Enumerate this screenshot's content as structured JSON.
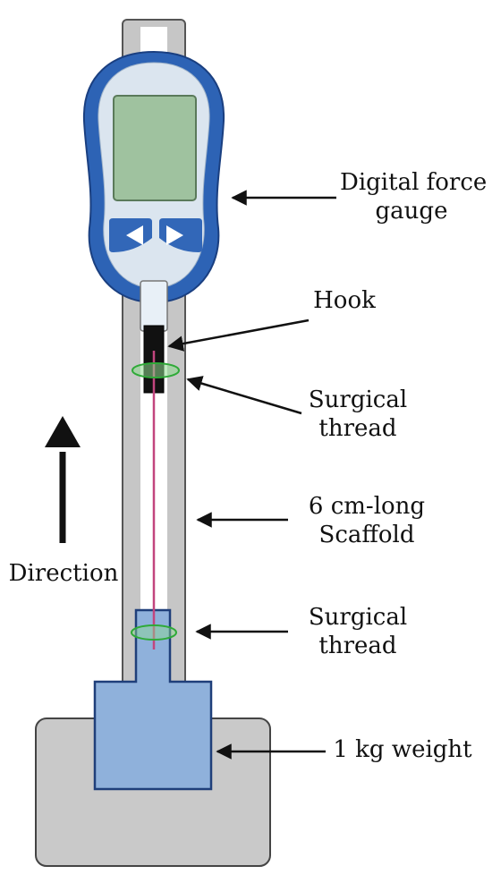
{
  "labels": {
    "gauge": [
      "Digital force",
      "gauge"
    ],
    "hook": "Hook",
    "thread_top": [
      "Surgical",
      "thread"
    ],
    "scaffold": [
      "6 cm-long",
      "Scaffold"
    ],
    "thread_bottom": [
      "Surgical",
      "thread"
    ],
    "weight": "1 kg weight",
    "direction": "Direction"
  },
  "icons": {
    "gauge_left_button": "triangle-left-icon",
    "gauge_right_button": "triangle-right-icon",
    "direction_arrow": "arrow-up-icon"
  },
  "colors": {
    "gauge_body": "#2d63b5",
    "gauge_face": "#dbe5ef",
    "gauge_screen": "#9fc29f",
    "gauge_buttons": "#3267b8",
    "hook": "#111111",
    "thread_loop": "#47c44f",
    "thread_line": "#c2457e",
    "scaffold_frame": "#c6c6c6",
    "scaffold_inner": "#ffffff",
    "weight_base": "#c9c9c9",
    "weight_block": "#8fb1db",
    "outline": "#444444"
  }
}
